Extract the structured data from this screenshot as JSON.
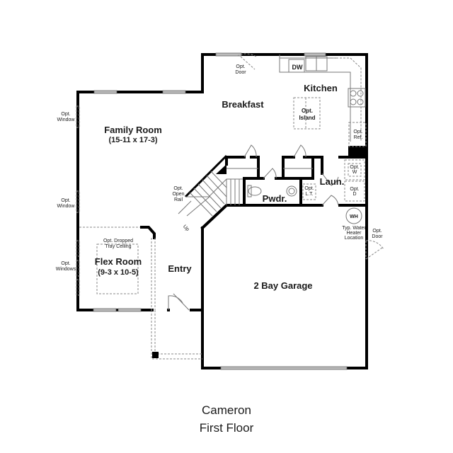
{
  "plan": {
    "name": "Cameron",
    "floor": "First Floor"
  },
  "rooms": {
    "family_room": {
      "label": "Family Room",
      "dimensions": "(15-11 x 17-3)"
    },
    "flex_room": {
      "label": "Flex Room",
      "dimensions": "(9-3 x 10-5)"
    },
    "breakfast": {
      "label": "Breakfast"
    },
    "kitchen": {
      "label": "Kitchen"
    },
    "entry": {
      "label": "Entry"
    },
    "powder": {
      "label": "Pwdr."
    },
    "laundry": {
      "label": "Laun."
    },
    "garage": {
      "label": "2 Bay Garage"
    }
  },
  "notes": {
    "opt_door_top": [
      "Opt.",
      "Door"
    ],
    "dw": "DW",
    "opt_island": [
      "Opt.",
      "Island"
    ],
    "opt_ref": [
      "Opt.",
      "Ref."
    ],
    "opt_window_1": [
      "Opt.",
      "Window"
    ],
    "opt_window_2": [
      "Opt.",
      "Window"
    ],
    "opt_windows": [
      "Opt.",
      "Windows"
    ],
    "opt_open_rail": [
      "Opt.",
      "Open",
      "Rail"
    ],
    "up": "Up",
    "opt_dropped": [
      "Opt. Dropped",
      "Tray Ceiling"
    ],
    "opt_lt": [
      "Opt.",
      "L.T."
    ],
    "opt_w": [
      "Opt.",
      "W"
    ],
    "opt_d": [
      "Opt.",
      "D"
    ],
    "wh": "WH",
    "water_heater": [
      "Typ. Water",
      "Heater",
      "Location"
    ],
    "opt_door_garage": [
      "Opt.",
      "Door"
    ]
  },
  "colors": {
    "wall": "#000000",
    "window": "#bbbbbb",
    "dashed": "#888888",
    "text": "#1a1a1a"
  }
}
